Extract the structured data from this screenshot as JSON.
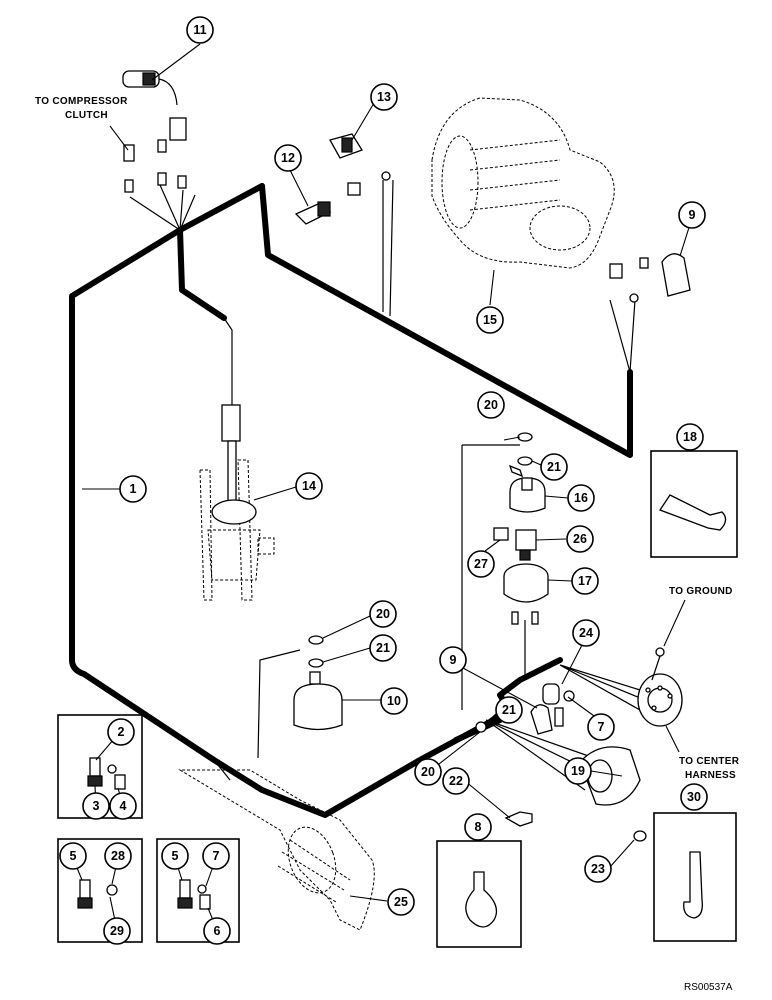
{
  "labels": {
    "to_compressor_line1": "TO COMPRESSOR",
    "to_compressor_line2": "CLUTCH",
    "to_ground": "TO GROUND",
    "to_center_line1": "TO CENTER",
    "to_center_line2": "HARNESS",
    "figure_code": "RS00537A"
  },
  "callouts": {
    "c1": "1",
    "c2": "2",
    "c3": "3",
    "c4": "4",
    "c5a": "5",
    "c5b": "5",
    "c6": "6",
    "c7a": "7",
    "c7b": "7",
    "c8": "8",
    "c9a": "9",
    "c9b": "9",
    "c10": "10",
    "c11": "11",
    "c12": "12",
    "c13": "13",
    "c14": "14",
    "c15": "15",
    "c16": "16",
    "c17": "17",
    "c18": "18",
    "c19": "19",
    "c20a": "20",
    "c20b": "20",
    "c20c": "20",
    "c21a": "21",
    "c21b": "21",
    "c21c": "21",
    "c22": "22",
    "c23": "23",
    "c24": "24",
    "c25": "25",
    "c26": "26",
    "c27": "27",
    "c28": "28",
    "c29": "29",
    "c30": "30"
  }
}
